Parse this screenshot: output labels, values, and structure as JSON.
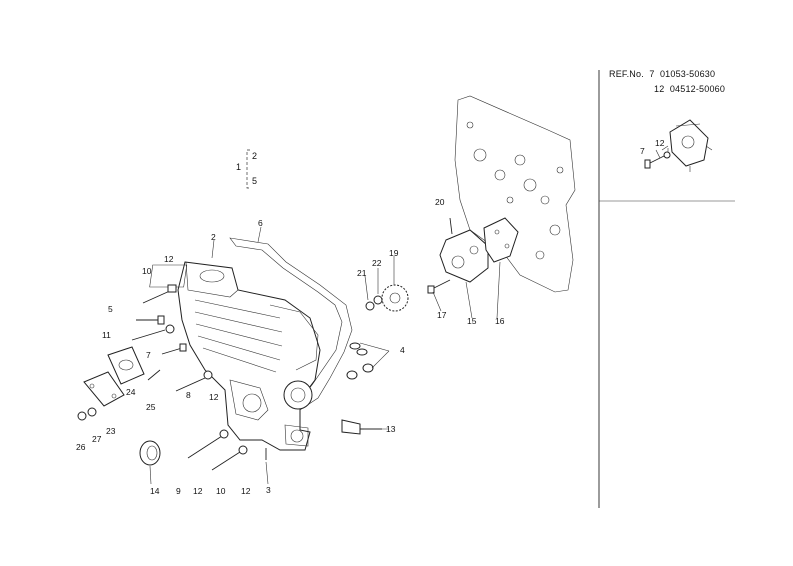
{
  "reference": {
    "label": "REF.No.",
    "rows": [
      {
        "item": "7",
        "code": "01053-50630"
      },
      {
        "item": "12",
        "code": "04512-50060"
      }
    ],
    "inset_callouts": [
      "7",
      "12"
    ]
  },
  "group_bracket": {
    "item": "1",
    "range_top": "2",
    "range_bottom": "5"
  },
  "callouts": [
    "2",
    "3",
    "4",
    "5",
    "6",
    "7",
    "8",
    "9",
    "10",
    "10",
    "11",
    "12",
    "12",
    "12",
    "12",
    "13",
    "14",
    "15",
    "16",
    "17",
    "20",
    "21",
    "22",
    "19",
    "23",
    "24",
    "25",
    "26",
    "27"
  ]
}
